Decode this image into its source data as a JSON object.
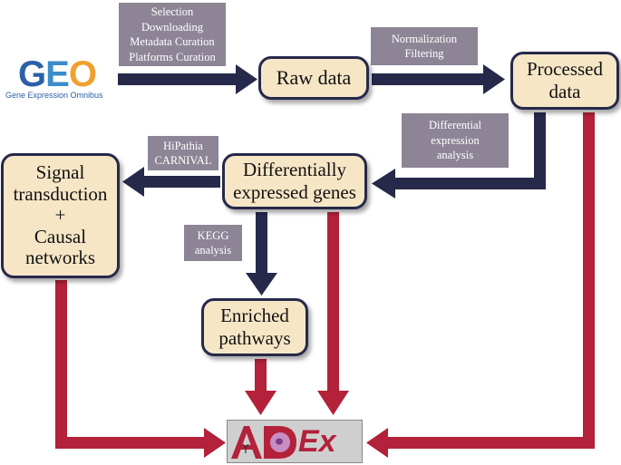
{
  "logo": {
    "geo_word": "GEO",
    "geo_subtitle": "Gene Expression Omnibus",
    "adex_word": "Ex"
  },
  "nodes": {
    "raw_data": "Raw data",
    "processed_data": "Processed\ndata",
    "deg": "Differentially\nexpressed genes",
    "signal": "Signal\ntransduction\n+\nCausal\nnetworks",
    "enriched": "Enriched\npathways"
  },
  "labels": {
    "selection": "Selection\nDownloading\nMetadata Curation\nPlatforms Curation",
    "normalization": "Normalization\nFiltering",
    "differential": "Differential\nexpression\nanalysis",
    "hipathia": "HiPathia\nCARNIVAL",
    "kegg": "KEGG\nanalysis"
  },
  "colors": {
    "node_fill": "#f7e6c6",
    "node_border": "#26294a",
    "navy_arrow": "#26294a",
    "red_arrow": "#b3213a",
    "label_fill": "#8d8596"
  }
}
